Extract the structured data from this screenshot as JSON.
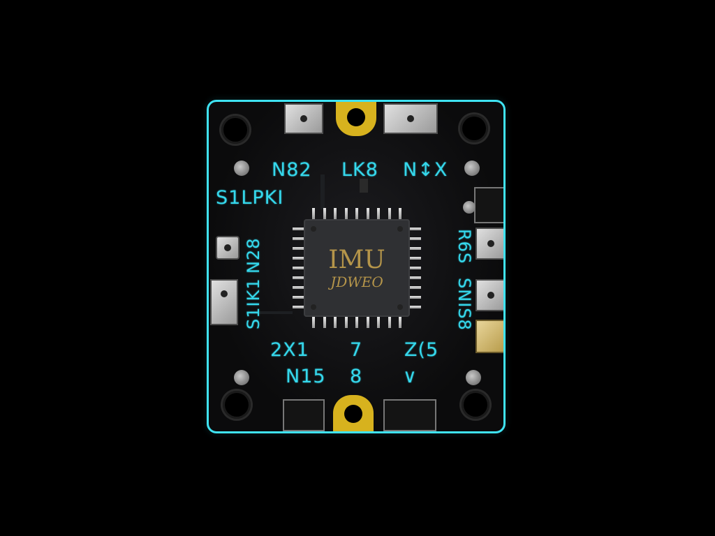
{
  "board": {
    "labels": {
      "top_left": "N82",
      "top_mid": "LK8",
      "top_right": "N↕X",
      "left_upper": "S1LPKI",
      "left_vert_a": "N28",
      "left_vert_b": "S1IK1",
      "right_vert_a": "R6S",
      "right_vert_b": "SNIS8",
      "bottom_left_a": "2X1",
      "bottom_left_b": "N15",
      "bottom_mid_a": "7",
      "bottom_mid_b": "8",
      "bottom_right_a": "Z(5",
      "bottom_right_b": "∨"
    },
    "chip": {
      "name": "IMU",
      "subtext": "JDWEO"
    },
    "colors": {
      "silkscreen": "#35d8ec",
      "outline": "#3fe3f2",
      "gold": "#d7b21e",
      "chip_marking": "#b5954a"
    }
  }
}
